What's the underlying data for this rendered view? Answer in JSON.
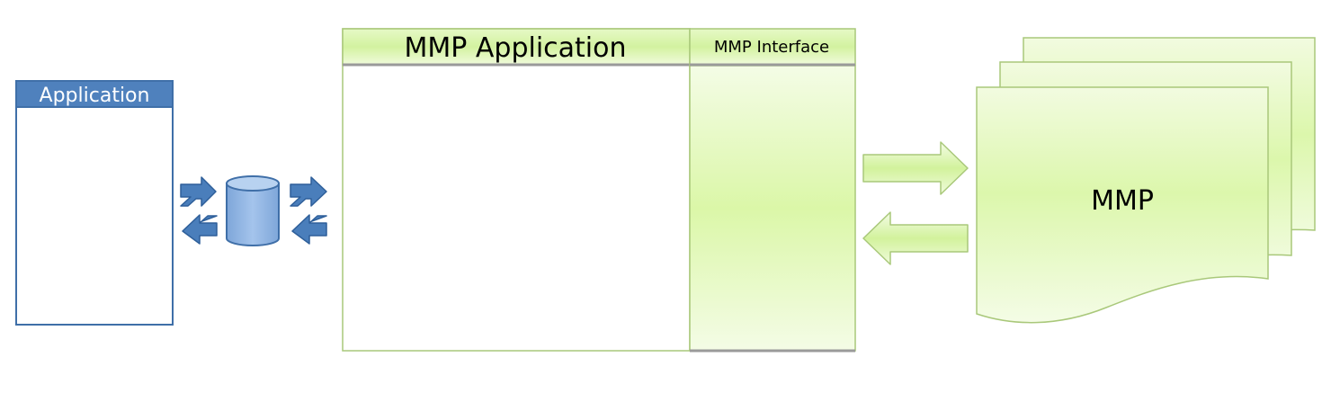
{
  "diagram": {
    "application_label": "Application",
    "mmp_application_label": "MMP Application",
    "mmp_interface_label": "MMP Interface",
    "mmp_label": "MMP"
  },
  "colors": {
    "application_header": "#4f81bd",
    "application_border": "#3f6fa8",
    "arrow_blue": "#4a7ebb",
    "cylinder_fill": "#8eb4e3",
    "green_light": "#f4fce6",
    "green_mid": "#d9f7a8",
    "green_border": "#a9c87a"
  },
  "icons": {
    "left_arrows": "exchange-arrows-icon",
    "database": "database-cylinder-icon",
    "right_arrows": "exchange-arrows-icon",
    "mmp_right_arrow": "arrow-right-icon",
    "mmp_left_arrow": "arrow-left-icon",
    "mmp_documents": "document-stack-icon"
  }
}
